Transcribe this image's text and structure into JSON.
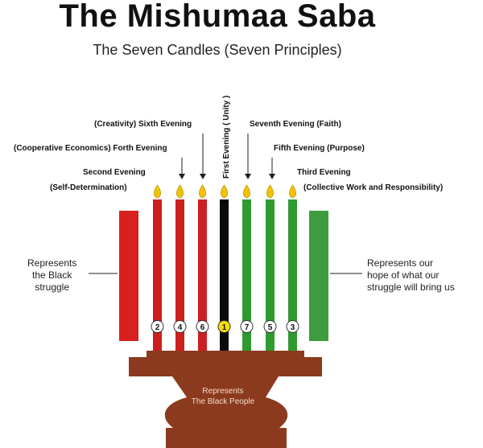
{
  "title": "The Mishumaa Saba",
  "subtitle": "The Seven Candles (Seven Principles)",
  "labels": {
    "creativity_sixth": "(Creativity) Sixth Evening",
    "coop_fourth": "(Cooperative Economics) Forth Evening",
    "second_evening": "Second Evening",
    "self_determination": "(Self-Determination)",
    "first_unity": "First Evening ( Unity )",
    "seventh_faith": "Seventh Evening (Faith)",
    "fifth_purpose": "Fifth Evening  (Purpose)",
    "third_evening": "Third Evening",
    "collective_work": "(Collective Work and Responsibility)"
  },
  "sides": {
    "left": [
      "Represents",
      "the Black",
      "struggle"
    ],
    "right": [
      "Represents our",
      "hope of what our",
      "struggle will bring us"
    ]
  },
  "base_note": [
    "Represents",
    "The Black People"
  ],
  "candles": [
    {
      "number": "2",
      "color": "#cc1f1f"
    },
    {
      "number": "4",
      "color": "#cc1f1f"
    },
    {
      "number": "6",
      "color": "#cc1f1f"
    },
    {
      "number": "1",
      "color": "#0a0a0a"
    },
    {
      "number": "7",
      "color": "#2f9a2f"
    },
    {
      "number": "5",
      "color": "#2f9a2f"
    },
    {
      "number": "3",
      "color": "#2f9a2f"
    }
  ],
  "colors": {
    "red": "#cc1f1f",
    "black": "#0a0a0a",
    "green": "#2f9a2f",
    "holder": "#8b3a1e",
    "flame": "#f2c200",
    "highlight": "#f5e000"
  }
}
